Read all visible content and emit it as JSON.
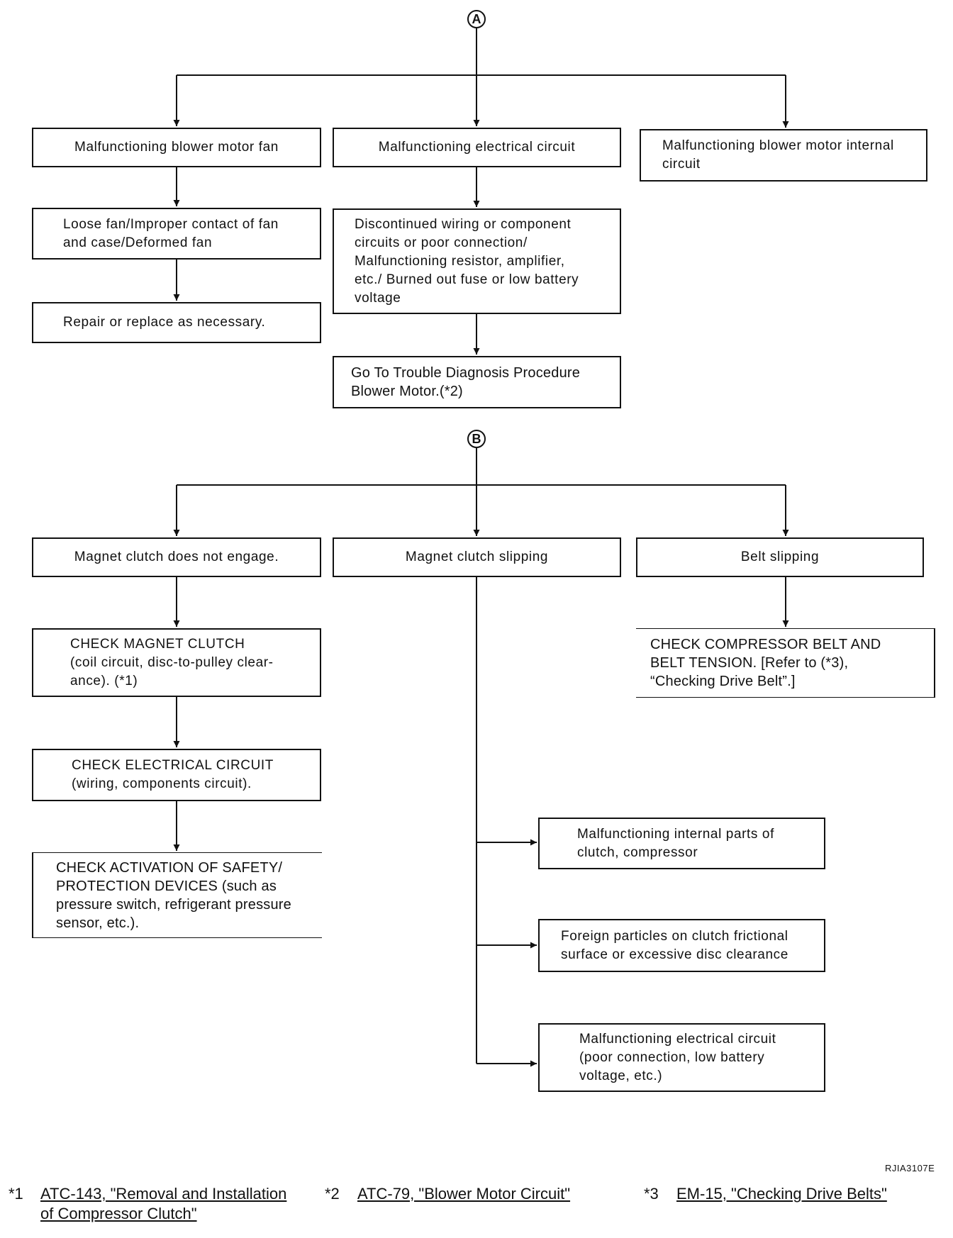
{
  "connectors": {
    "a": "A",
    "b": "B"
  },
  "section_a": {
    "blower_fan": "Malfunctioning blower motor fan",
    "electrical": "Malfunctioning electrical circuit",
    "internal": "Malfunctioning blower motor internal\ncircuit",
    "loose_fan": "Loose fan/Improper contact of fan\nand case/Deformed fan",
    "repair": "Repair or replace as necessary.",
    "discontinued": "Discontinued wiring or component\ncircuits or poor connection/\nMalfunctioning resistor, amplifier,\netc./ Burned out fuse or low battery\nvoltage",
    "goto": "Go To Trouble Diagnosis Procedure\nBlower Motor.(*2)"
  },
  "section_b": {
    "no_engage": "Magnet clutch does not engage.",
    "slipping": "Magnet clutch slipping",
    "belt": "Belt slipping",
    "check_clutch": "CHECK MAGNET CLUTCH\n(coil circuit, disc-to-pulley clear-\nance). (*1)",
    "check_belt": "CHECK COMPRESSOR BELT AND\nBELT TENSION. [Refer to (*3),\n“Checking Drive Belt”.]",
    "check_elec": "CHECK ELECTRICAL CIRCUIT\n(wiring, components circuit).",
    "check_safety": "CHECK ACTIVATION OF SAFETY/\nPROTECTION DEVICES (such as\npressure switch, refrigerant pressure\nsensor, etc.).",
    "internal_parts": "Malfunctioning internal parts of\nclutch, compressor",
    "foreign": "Foreign particles on clutch frictional\nsurface or excessive disc clearance",
    "elec_circuit": "Malfunctioning electrical circuit\n(poor connection, low battery\nvoltage, etc.)"
  },
  "figure_code": "RJIA3107E",
  "footnotes": [
    {
      "marker": "*1",
      "link": "ATC-143, \"Removal and Installation \nof Compressor Clutch\""
    },
    {
      "marker": "*2",
      "link": "ATC-79, \"Blower Motor Circuit\""
    },
    {
      "marker": "*3",
      "link": "EM-15, \"Checking Drive Belts\""
    }
  ]
}
